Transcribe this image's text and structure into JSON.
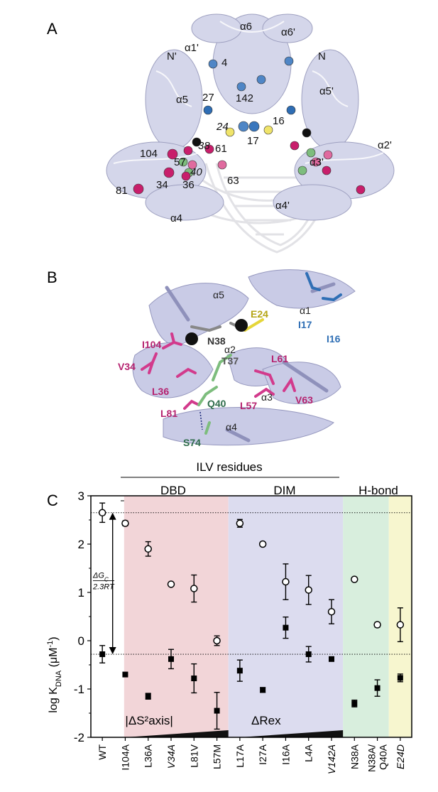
{
  "panels": {
    "a": "A",
    "b": "B",
    "c": "C"
  },
  "panel_a": {
    "helix_labels": [
      "α6",
      "α6'",
      "α1'",
      "N'",
      "N",
      "α5",
      "α5'",
      "α2'",
      "α3'",
      "α4",
      "α4'"
    ],
    "residue_labels": [
      "4",
      "27",
      "142",
      "16",
      "24",
      "17",
      "38",
      "61",
      "104",
      "57",
      "40",
      "63",
      "81",
      "34",
      "36",
      "4",
      "24"
    ]
  },
  "panel_b": {
    "labels": [
      "α5",
      "α1",
      "I17",
      "I16",
      "E24",
      "N38",
      "I104",
      "V34",
      "L61",
      "α2",
      "T37",
      "L36",
      "V63",
      "α3",
      "L57",
      "Q40",
      "L81",
      "α4",
      "S74"
    ]
  },
  "chart_data": {
    "type": "scatter",
    "ylabel": "log K",
    "ylabel_sub": "DNA",
    "ylabel_unit": "(μM",
    "ylabel_exp": "-1",
    "ylabel_close": ")",
    "ylim": [
      -2,
      3
    ],
    "yticks": [
      "-2",
      "-1",
      "0",
      "1",
      "2",
      "3"
    ],
    "categories": [
      "WT",
      "I104A",
      "L36A",
      "V34A",
      "L81V",
      "L57M",
      "L17A",
      "I27A",
      "I16A",
      "L4A",
      "V142A",
      "N38A",
      "N38A/\nQ40A",
      "E24D"
    ],
    "italic_categories": [
      "V34A",
      "V142A",
      "E24D"
    ],
    "series": [
      {
        "marker": "open-circle",
        "values": [
          2.65,
          2.43,
          1.9,
          1.17,
          1.08,
          0.0,
          2.43,
          2.0,
          1.22,
          1.05,
          0.6,
          1.27,
          0.33,
          0.33
        ],
        "errors": [
          0.2,
          0.05,
          0.15,
          0.0,
          0.28,
          0.1,
          0.08,
          0.0,
          0.37,
          0.3,
          0.25,
          0.0,
          0.05,
          0.35
        ]
      },
      {
        "marker": "filled-square",
        "values": [
          -0.28,
          -0.7,
          -1.15,
          -0.38,
          -0.78,
          -1.45,
          -0.62,
          -1.02,
          0.27,
          -0.28,
          -0.38,
          -1.3,
          -0.98,
          -0.77
        ],
        "errors": [
          0.18,
          0.0,
          0.06,
          0.2,
          0.3,
          0.38,
          0.22,
          0.05,
          0.22,
          0.16,
          0.0,
          0.07,
          0.17,
          0.08
        ]
      }
    ],
    "groups": [
      {
        "label": "ILV residues",
        "from": 1,
        "to": 10
      },
      {
        "label": "DBD",
        "from": 1,
        "to": 5,
        "color": "#f2d5d8"
      },
      {
        "label": "DIM",
        "from": 6,
        "to": 10,
        "color": "#dcdcef"
      },
      {
        "label": "H-bond",
        "from": 11,
        "to": 13,
        "color": "#d8eedd"
      }
    ],
    "e24d_color": "#f7f6cf",
    "dotted_lines": [
      2.65,
      -0.28
    ],
    "annotation_delta": "ΔG",
    "annotation_sub": "C",
    "annotation_den": "2.3RT",
    "dbd_ramp_label": "|ΔS²axis|",
    "dim_ramp_label": "ΔRex"
  }
}
